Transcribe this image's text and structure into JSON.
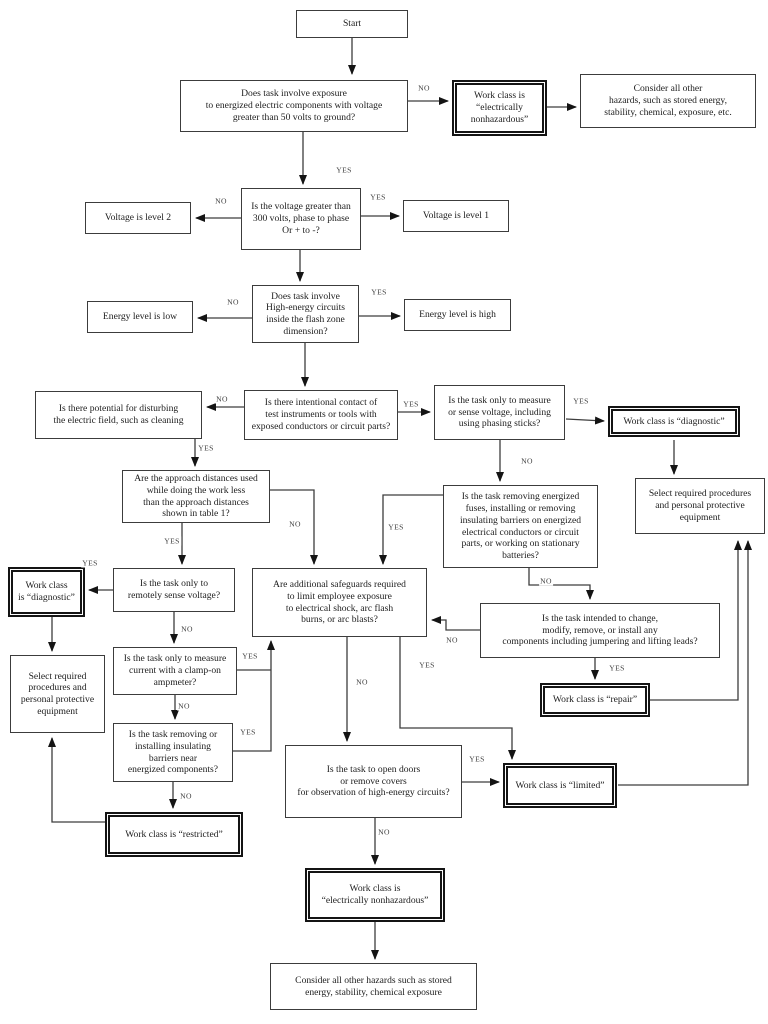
{
  "diagram": {
    "type": "flowchart",
    "topic": "Electrical work class determination flowchart",
    "colors": {
      "line": "#3d3d3d",
      "box_border": "#3c3c3c",
      "text": "#1c1c1c",
      "background": "#ffffff"
    },
    "labels": {
      "yes": "YES",
      "no": "NO"
    },
    "nodes": {
      "start": {
        "text": "Start",
        "style": "single"
      },
      "q1": {
        "text": "Does task involve exposure\nto energized electric components with voltage\ngreater than 50 volts to ground?",
        "style": "single"
      },
      "nonhaz1": {
        "text": "Work class is\n“electrically\nnonhazardous”",
        "style": "double"
      },
      "consider1": {
        "text": "Consider all other\nhazards, such as stored energy,\nstability, chemical, exposure, etc.",
        "style": "single"
      },
      "q2": {
        "text": "Is the voltage greater than\n300 volts, phase to phase\nOr + to -?",
        "style": "single"
      },
      "level2": {
        "text": "Voltage is level  2",
        "style": "single"
      },
      "level1": {
        "text": "Voltage is level 1",
        "style": "single"
      },
      "q3": {
        "text": "Does task involve\nHigh-energy circuits\ninside the flash zone\ndimension?",
        "style": "single"
      },
      "elow": {
        "text": "Energy level is low",
        "style": "single"
      },
      "ehigh": {
        "text": "Energy level is high",
        "style": "single"
      },
      "q4": {
        "text": "Is there potential for disturbing\nthe electric field, such as cleaning",
        "style": "single"
      },
      "q5": {
        "text": "Is there intentional contact of\ntest instruments or tools  with\nexposed conductors or circuit parts?",
        "style": "single"
      },
      "q6": {
        "text": "Is the task only to measure\nor sense voltage, including\nusing phasing sticks?",
        "style": "single"
      },
      "diag1": {
        "text": "Work class is  “diagnostic”",
        "style": "double"
      },
      "q7": {
        "text": "Are the approach distances used\nwhile doing the work less\nthan the approach distances\nshown in table 1?",
        "style": "single"
      },
      "selright": {
        "text": "Select required procedures\nand personal protective\nequipment",
        "style": "single"
      },
      "q8": {
        "text": "Is the task removing energized\nfuses, installing or removing\ninsulating barriers on energized\nelectrical conductors or circuit\nparts, or working on stationary\nbatteries?",
        "style": "single"
      },
      "diag2": {
        "text": "Work class\nis “diagnostic”",
        "style": "double"
      },
      "q9": {
        "text": "Is the task only to\nremotely sense voltage?",
        "style": "single"
      },
      "safeguards": {
        "text": "Are additional safeguards required\nto limit employee exposure\nto electrical shock, arc flash\nburns, or arc blasts?",
        "style": "single"
      },
      "q10": {
        "text": "Is the task intended to change,\nmodify, remove, or install any\ncomponents including jumpering and lifting leads?",
        "style": "single"
      },
      "selleft": {
        "text": "Select required\nprocedures and\npersonal protective\nequipment",
        "style": "single"
      },
      "q11": {
        "text": "Is the task only to measure\ncurrent with a clamp-on\nampmeter?",
        "style": "single"
      },
      "repair": {
        "text": "Work class is “repair”",
        "style": "double"
      },
      "q12": {
        "text": "Is the task removing or\ninstalling insulating\nbarriers near\nenergized components?",
        "style": "single"
      },
      "q13": {
        "text": "Is the task to open doors\nor remove covers\nfor observation of high-energy circuits?",
        "style": "single"
      },
      "limited": {
        "text": "Work class is “limited”",
        "style": "double"
      },
      "restricted": {
        "text": "Work class is “restricted”",
        "style": "double"
      },
      "nonhaz2": {
        "text": "Work class is\n“electrically nonhazardous”",
        "style": "double"
      },
      "consider2": {
        "text": "Consider all other hazards such as stored\nenergy, stability, chemical exposure",
        "style": "single"
      }
    },
    "edges": [
      {
        "from": "start",
        "to": "q1",
        "label": ""
      },
      {
        "from": "q1",
        "to": "nonhaz1",
        "label": "NO"
      },
      {
        "from": "nonhaz1",
        "to": "consider1",
        "label": ""
      },
      {
        "from": "q1",
        "to": "q2",
        "label": "YES"
      },
      {
        "from": "q2",
        "to": "level2",
        "label": "NO"
      },
      {
        "from": "q2",
        "to": "level1",
        "label": "YES"
      },
      {
        "from": "q2",
        "to": "q3",
        "label": ""
      },
      {
        "from": "q3",
        "to": "elow",
        "label": "NO"
      },
      {
        "from": "q3",
        "to": "ehigh",
        "label": "YES"
      },
      {
        "from": "q3",
        "to": "q5",
        "label": ""
      },
      {
        "from": "q5",
        "to": "q4",
        "label": "NO"
      },
      {
        "from": "q5",
        "to": "q6",
        "label": "YES"
      },
      {
        "from": "q6",
        "to": "diag1",
        "label": "YES"
      },
      {
        "from": "diag1",
        "to": "selright",
        "label": ""
      },
      {
        "from": "q6",
        "to": "q8",
        "label": "NO"
      },
      {
        "from": "q4",
        "to": "q7",
        "label": "YES"
      },
      {
        "from": "q7",
        "to": "q9",
        "label": "YES"
      },
      {
        "from": "q7",
        "to": "safeguards",
        "label": "NO"
      },
      {
        "from": "q8",
        "to": "safeguards",
        "label": "YES"
      },
      {
        "from": "q8",
        "to": "q10",
        "label": "NO"
      },
      {
        "from": "q9",
        "to": "diag2",
        "label": "YES"
      },
      {
        "from": "diag2",
        "to": "selleft",
        "label": ""
      },
      {
        "from": "q9",
        "to": "q11",
        "label": "NO"
      },
      {
        "from": "q11",
        "to": "safeguards",
        "label": "YES"
      },
      {
        "from": "q11",
        "to": "q12",
        "label": "NO"
      },
      {
        "from": "q12",
        "to": "safeguards",
        "label": "YES"
      },
      {
        "from": "q12",
        "to": "restricted",
        "label": "NO"
      },
      {
        "from": "restricted",
        "to": "selleft",
        "label": ""
      },
      {
        "from": "q10",
        "to": "safeguards",
        "label": "NO"
      },
      {
        "from": "q10",
        "to": "repair",
        "label": "YES"
      },
      {
        "from": "safeguards",
        "to": "limited",
        "label": "YES"
      },
      {
        "from": "safeguards",
        "to": "q13",
        "label": "NO"
      },
      {
        "from": "q13",
        "to": "limited",
        "label": "YES"
      },
      {
        "from": "q13",
        "to": "nonhaz2",
        "label": "NO"
      },
      {
        "from": "nonhaz2",
        "to": "consider2",
        "label": ""
      },
      {
        "from": "repair",
        "to": "selright",
        "label": ""
      },
      {
        "from": "limited",
        "to": "selright",
        "label": ""
      }
    ]
  }
}
